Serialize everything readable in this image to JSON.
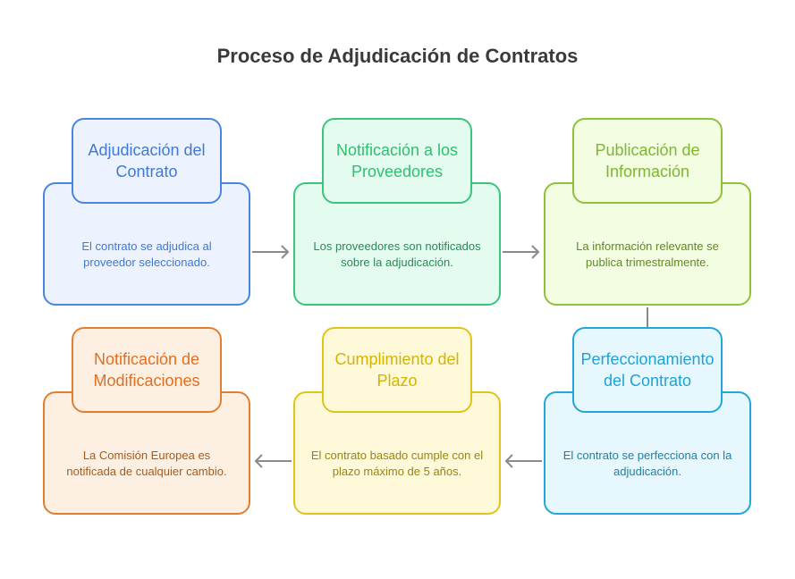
{
  "title": "Proceso de Adjudicación de Contratos",
  "steps": [
    {
      "title": "Adjudicación del Contrato",
      "text": "El contrato se adjudica al proveedor seleccionado.",
      "stroke": "#4a86e0",
      "fill": "#edf3fe",
      "title_color": "#3f78d6",
      "text_color": "#3f78d6"
    },
    {
      "title": "Notificación a los Proveedores",
      "text": "Los proveedores son notificados sobre la adjudicación.",
      "stroke": "#3cc47c",
      "fill": "#e3fcef",
      "title_color": "#2fbf71",
      "text_color": "#2a8a58"
    },
    {
      "title": "Publicación de Información",
      "text": "La información relevante se publica trimestralmente.",
      "stroke": "#8dc23a",
      "fill": "#f3fde1",
      "title_color": "#7cb72e",
      "text_color": "#5f8a22"
    },
    {
      "title": "Perfeccionamiento del Contrato",
      "text": "El contrato se perfecciona con la adjudicación.",
      "stroke": "#22a7d8",
      "fill": "#e6f7fd",
      "title_color": "#1fa3d6",
      "text_color": "#1f7fa6"
    },
    {
      "title": "Cumplimiento del Plazo",
      "text": "El contrato basado cumple con el plazo máximo de 5 años.",
      "stroke": "#e0c41e",
      "fill": "#fef9d8",
      "title_color": "#d4b400",
      "text_color": "#9a8410"
    },
    {
      "title": "Notificación de Modificaciones",
      "text": "La Comisión Europea es notificada de cualquier cambio.",
      "stroke": "#e07f30",
      "fill": "#fdf0e3",
      "title_color": "#e07020",
      "text_color": "#a85a18"
    }
  ],
  "arrow_color": "#8a8a8a"
}
